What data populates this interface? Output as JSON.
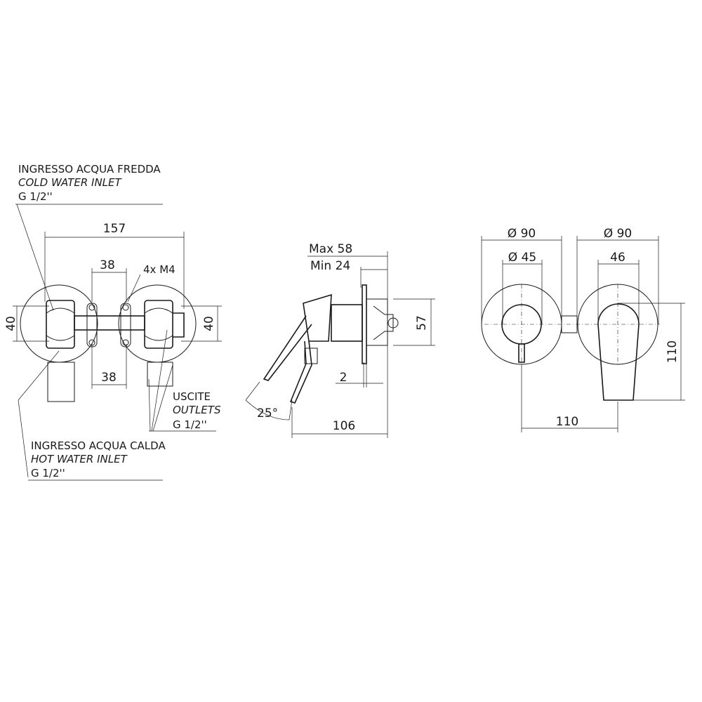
{
  "labels": {
    "cold_inlet_it": "INGRESSO ACQUA FREDDA",
    "cold_inlet_en": "COLD WATER INLET",
    "cold_inlet_size": "G 1/2''",
    "hot_inlet_it": "INGRESSO ACQUA CALDA",
    "hot_inlet_en": "HOT WATER INLET",
    "hot_inlet_size": "G 1/2''",
    "outlets_it": "USCITE",
    "outlets_en": "OUTLETS",
    "outlets_size": "G 1/2''",
    "screws": "4x M4"
  },
  "front_view": {
    "overall_width": "157",
    "bracket_top": "38",
    "bracket_bottom": "38",
    "height_left": "40",
    "height_right": "40"
  },
  "side_view": {
    "depth_max": "Max 58",
    "depth_min": "Min 24",
    "body_height": "57",
    "plate_thickness": "2",
    "lever_angle": "25°",
    "overall_depth": "106"
  },
  "plate_view": {
    "plate_dia_left": "Ø 90",
    "plate_dia_right": "Ø 90",
    "handle_dia": "Ø 45",
    "spout_width": "46",
    "center_distance": "110",
    "handle_height": "110"
  }
}
